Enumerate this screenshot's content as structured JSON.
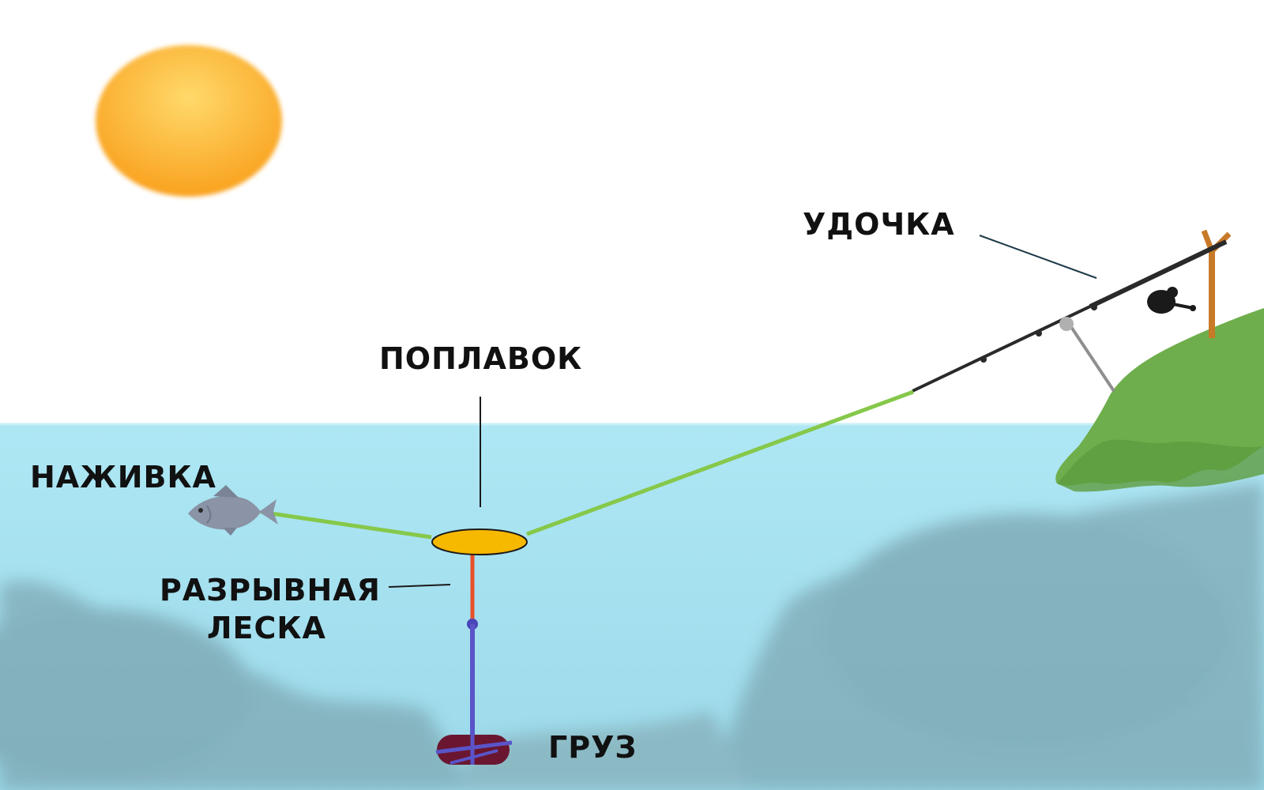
{
  "labels": {
    "rod": "УДОЧКА",
    "float": "ПОПЛАВОК",
    "bait": "НАЖИВКА",
    "break_line_1": "РАЗРЫВНАЯ",
    "break_line_2": "ЛЕСКА",
    "weight": "ГРУЗ"
  },
  "colors": {
    "sky": "#ffffff",
    "water": "#a8e4f2",
    "water_deep": "#8ccfdf",
    "bottom_weed": "#7aa8b0",
    "sun": "#fbb13a",
    "shore": "#6fae4c",
    "main_line": "#86c84a",
    "break_line": "#e8502a",
    "leader_line": "#5a54c8",
    "float": "#f7b800",
    "weight": "#6a1630",
    "rod": "#2a2a2a",
    "rod_rest": "#c87a28",
    "fish": "#8a94a6"
  },
  "icons": [
    "sun-icon",
    "fish-icon",
    "reel-icon",
    "rod-rest-icon"
  ]
}
